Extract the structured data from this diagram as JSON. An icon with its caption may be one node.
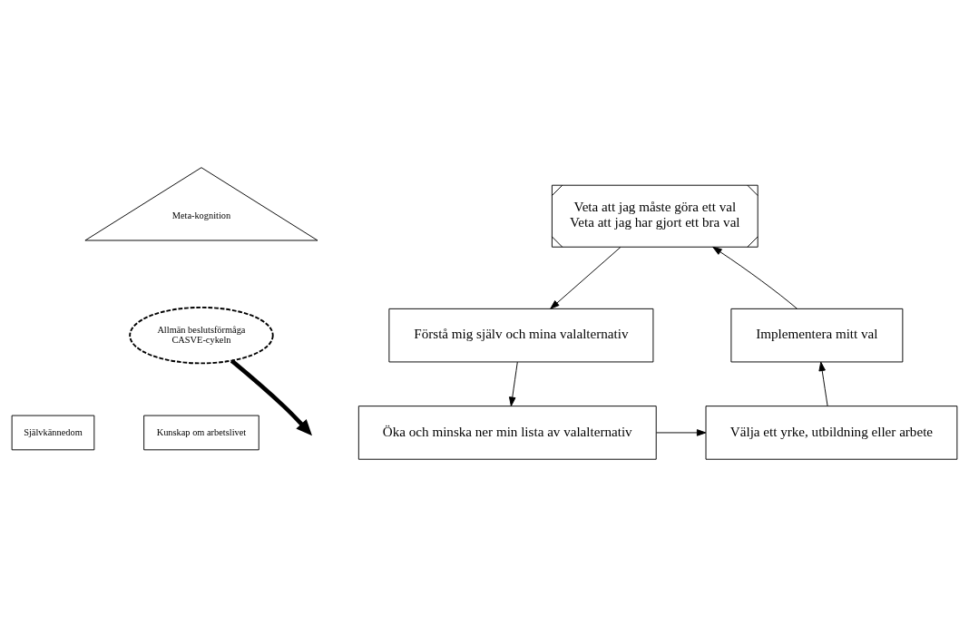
{
  "diagram": {
    "nodes": [
      {
        "text": [
          "Meta-kognition"
        ]
      },
      {
        "text": [
          "Allmän beslutsförmåga",
          "CASVE-cykeln"
        ]
      },
      {
        "text": [
          "Självkännedom"
        ]
      },
      {
        "text": [
          "Kunskap om arbetslivet"
        ]
      },
      {
        "text": [
          "Veta att jag måste göra ett val",
          "Veta att jag har gjort ett bra val"
        ]
      },
      {
        "text": [
          "Förstå mig själv och mina valalternativ"
        ]
      },
      {
        "text": [
          "Öka och minska ner min lista av valalternativ"
        ]
      },
      {
        "text": [
          "Välja ett yrke, utbildning eller arbete"
        ]
      },
      {
        "text": [
          "Implementera mitt val"
        ]
      }
    ],
    "edges": [
      {
        "from": 1,
        "to": null,
        "arrow": "to",
        "style": "thick"
      },
      {
        "from": 4,
        "to": 5,
        "arrow": "to"
      },
      {
        "from": 5,
        "to": 6,
        "arrow": "to"
      },
      {
        "from": 6,
        "to": 7,
        "arrow": "to"
      },
      {
        "from": 7,
        "to": 8,
        "arrow": "to"
      },
      {
        "from": 8,
        "to": 4,
        "arrow": "to"
      }
    ]
  }
}
